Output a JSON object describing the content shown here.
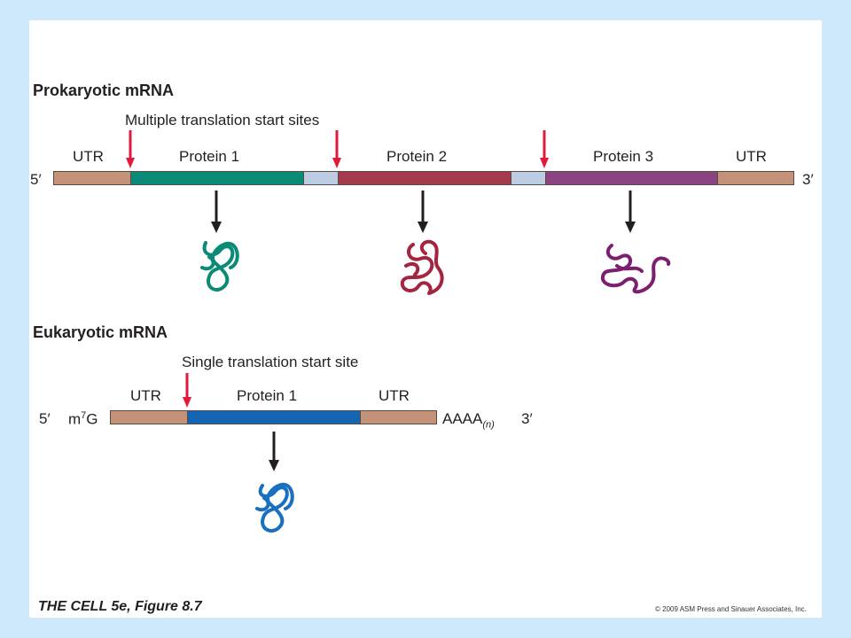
{
  "prokaryotic": {
    "heading": "Prokaryotic mRNA",
    "subheading": "Multiple translation start sites",
    "end5": "5′",
    "end3": "3′",
    "segments": [
      {
        "label": "UTR",
        "color": "#c49278"
      },
      {
        "label": "Protein 1",
        "color": "#0b8a78"
      },
      {
        "label": "",
        "color": "#bccde3"
      },
      {
        "label": "Protein 2",
        "color": "#a43a4c"
      },
      {
        "label": "",
        "color": "#bccde3"
      },
      {
        "label": "Protein 3",
        "color": "#8a4380"
      },
      {
        "label": "UTR",
        "color": "#c49278"
      }
    ],
    "protein_colors": [
      "#0b8a78",
      "#a3253f",
      "#7c1f6e"
    ]
  },
  "eukaryotic": {
    "heading": "Eukaryotic mRNA",
    "subheading": "Single translation start site",
    "end5": "5′",
    "cap_base": "m",
    "cap_sup": "7",
    "cap_end": "G",
    "tail": "AAAA",
    "tail_sub": "(n)",
    "end3": "3′",
    "segments": [
      {
        "label": "UTR",
        "color": "#c49278"
      },
      {
        "label": "Protein 1",
        "color": "#1565b5"
      },
      {
        "label": "UTR",
        "color": "#c49278"
      }
    ],
    "protein_color": "#1970bf"
  },
  "colors": {
    "start_arrow": "#e11a3c",
    "down_arrow": "#231f20"
  },
  "footer": {
    "caption": "THE CELL 5e, Figure 8.7",
    "copyright": "© 2009 ASM Press and Sinauer Associates, Inc."
  }
}
